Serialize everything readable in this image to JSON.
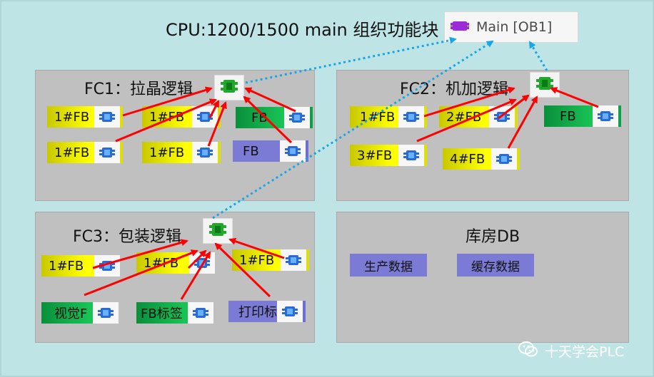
{
  "header": {
    "title": "CPU:1200/1500 main 组织功能块",
    "main_label": "Main [OB1]"
  },
  "panels": {
    "fc1": {
      "title": "FC1：拉晶逻辑",
      "blocks": [
        "1#FB",
        "1#FB",
        "FB",
        "1#FB",
        "1#FB",
        "FB"
      ]
    },
    "fc2": {
      "title": "FC2：机加逻辑",
      "blocks": [
        "1#FB",
        "2#FB",
        "FB",
        "3#FB",
        "4#FB"
      ]
    },
    "fc3": {
      "title": "FC3：包装逻辑",
      "blocks": [
        "1#FB",
        "1#FB",
        "1#FB",
        "视觉F",
        "FB标签",
        "打印标"
      ]
    },
    "db": {
      "title": "库房DB",
      "items": [
        "生产数据",
        "缓存数据"
      ]
    }
  },
  "watermark": {
    "text": "十天学会PLC"
  },
  "colors": {
    "background": "#bfe4e6",
    "panel": "#c0c0c0",
    "fb_yellow": "#ffff00",
    "fb_green": "#18c255",
    "fb_purple": "#7b7bd6",
    "arrow_red": "#ff0000",
    "arrow_blue_dotted": "#1aa6e6",
    "ob_purple": "#9b2bd6",
    "fc_green": "#1fa82a",
    "fb_blue": "#2a6ad6"
  },
  "icons": {
    "ob": "ob-block-icon",
    "fc": "fc-block-icon",
    "fb": "fb-block-icon",
    "wechat": "wechat-icon"
  }
}
